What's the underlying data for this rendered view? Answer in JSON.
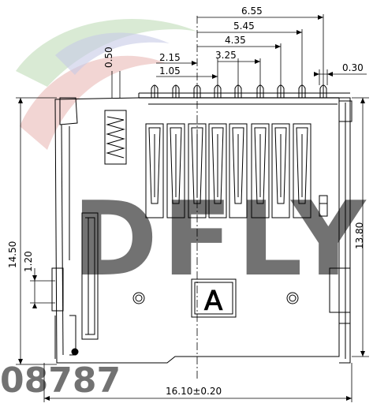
{
  "watermark": {
    "letters": "DFLY",
    "digits": "08787",
    "colors": {
      "red": "#e7b3ae",
      "green": "#b9d9b1",
      "blue": "#c7c9e6"
    }
  },
  "dimensions": {
    "d655": "6.55",
    "d545": "5.45",
    "d435": "4.35",
    "d325": "3.25",
    "d215": "2.15",
    "d105": "1.05",
    "d050": "0.50",
    "d030": "0.30",
    "d1450": "14.50",
    "d120": "1.20",
    "d1380": "13.80",
    "d1610": "16.10±0.20"
  },
  "marking": {
    "letter": "A"
  }
}
